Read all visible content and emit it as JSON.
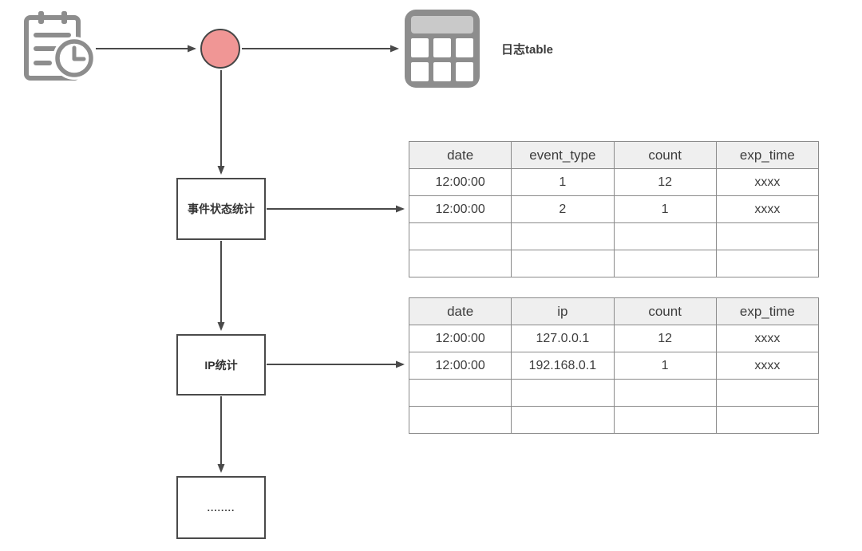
{
  "diagram": {
    "icons": {
      "source": "clipboard-clock-icon",
      "junction": "red-circle-node",
      "log_table": "table-grid-icon"
    },
    "labels": {
      "log_table": "日志table",
      "event_stats_node": "事件状态统计",
      "ip_stats_node": "IP统计",
      "more_node": "........"
    },
    "colors": {
      "circle_fill": "#f09695",
      "circle_stroke": "#454545",
      "line": "#4a4a4a",
      "icon_gray": "#8d8d8d",
      "icon_gray_light": "#c9c9c9",
      "table_border": "#8a8a8a",
      "table_header_bg": "#efefef",
      "text": "#3d3d3d"
    }
  },
  "event_table": {
    "headers": [
      "date",
      "event_type",
      "count",
      "exp_time"
    ],
    "rows": [
      [
        "12:00:00",
        "1",
        "12",
        "xxxx"
      ],
      [
        "12:00:00",
        "2",
        "1",
        "xxxx"
      ],
      [
        "",
        "",
        "",
        ""
      ],
      [
        "",
        "",
        "",
        ""
      ]
    ]
  },
  "ip_table": {
    "headers": [
      "date",
      "ip",
      "count",
      "exp_time"
    ],
    "rows": [
      [
        "12:00:00",
        "127.0.0.1",
        "12",
        "xxxx"
      ],
      [
        "12:00:00",
        "192.168.0.1",
        "1",
        "xxxx"
      ],
      [
        "",
        "",
        "",
        ""
      ],
      [
        "",
        "",
        "",
        ""
      ]
    ]
  }
}
